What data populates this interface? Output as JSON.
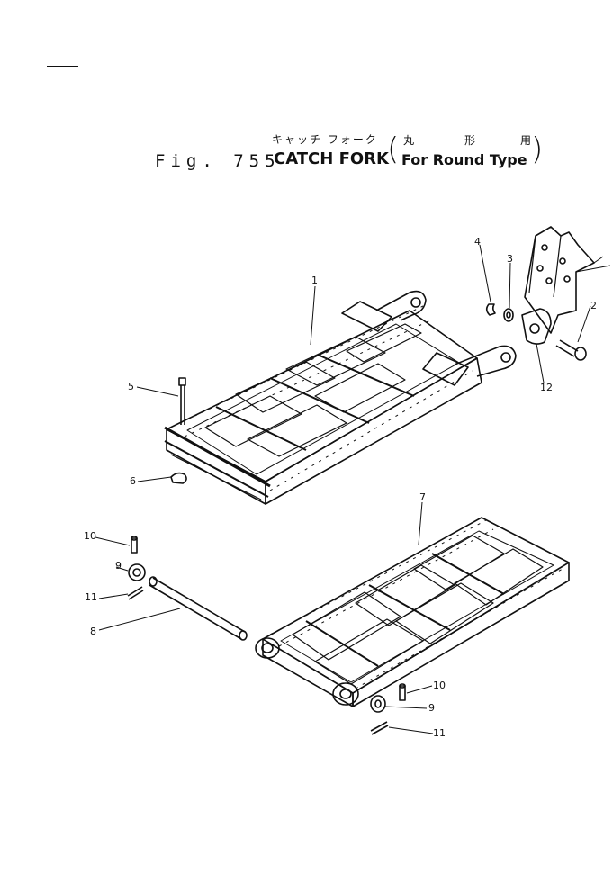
{
  "header": {
    "kana_title": "キャッチ フォーク",
    "fig_number": "Fig. 755",
    "title": "CATCH FORK",
    "subtitle": "For Round Type",
    "jp_sub": [
      "丸",
      "形",
      "用"
    ]
  },
  "callouts": [
    "1",
    "2",
    "3",
    "4",
    "5",
    "6",
    "7",
    "8",
    "9",
    "10",
    "11",
    "12",
    "10",
    "9",
    "11"
  ],
  "colors": {
    "ink": "#111111",
    "paper": "#ffffff"
  }
}
